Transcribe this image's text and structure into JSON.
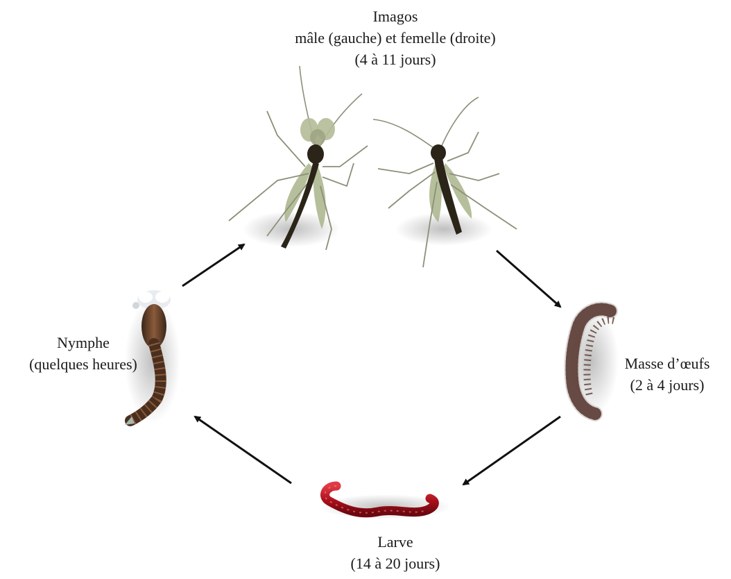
{
  "stages": {
    "imagos": {
      "title": "Imagos",
      "subtitle": "mâle (gauche) et femelle (droite)",
      "duration": "(4 à 11 jours)"
    },
    "eggs": {
      "title": "Masse d’œufs",
      "duration": "(2 à 4 jours)"
    },
    "larva": {
      "title": "Larve",
      "duration": "(14 à 20 jours)"
    },
    "nymph": {
      "title": "Nymphe",
      "duration": "(quelques heures)"
    }
  },
  "illustrations": {
    "male": "male-midge",
    "female": "female-midge",
    "eggs": "egg-mass",
    "larva": "bloodworm-larva",
    "nymph": "pupa"
  },
  "colors": {
    "arrow": "#111111",
    "wing": "#a9b48a",
    "body_dark": "#2b2418",
    "leg": "#8c8f78",
    "larva_red": "#b3141f",
    "egg_dot": "#5a3b33",
    "pupa_brown": "#5b3a24"
  }
}
